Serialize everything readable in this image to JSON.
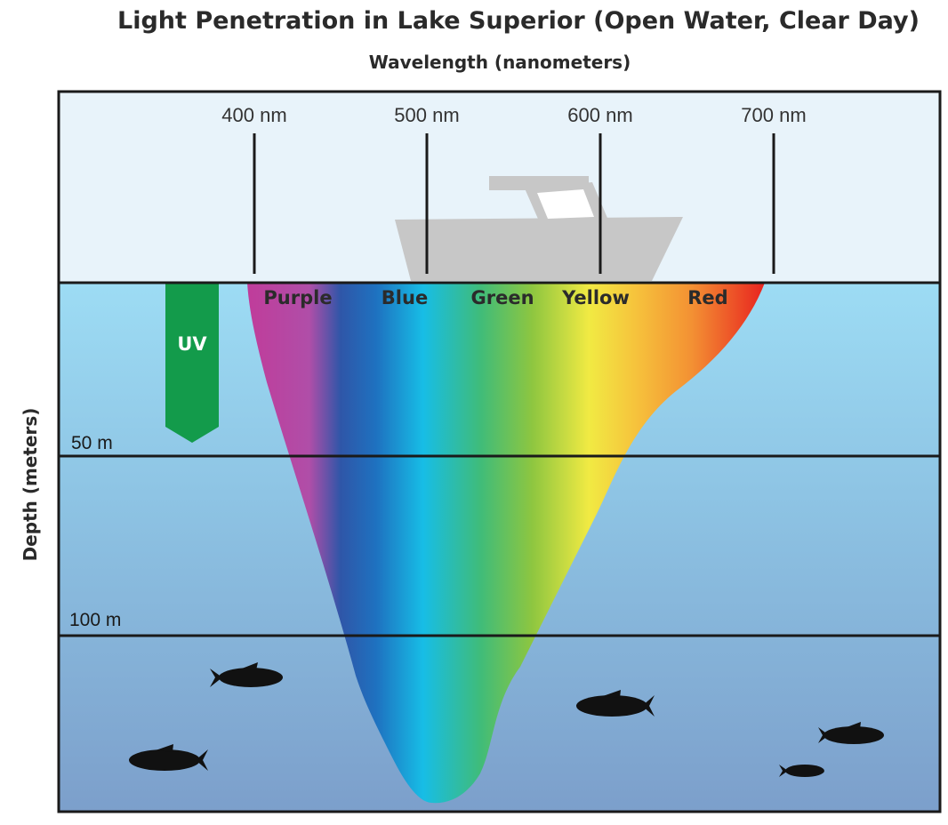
{
  "title": "Light Penetration in Lake Superior (Open Water, Clear Day)",
  "subtitle": "Wavelength (nanometers)",
  "y_axis_label": "Depth (meters)",
  "wavelength_ticks": [
    "400 nm",
    "500 nm",
    "600 nm",
    "700 nm"
  ],
  "depth_markers": [
    "50 m",
    "100 m"
  ],
  "color_bands": [
    "Purple",
    "Blue",
    "Green",
    "Yellow",
    "Red"
  ],
  "uv_label": "UV",
  "colors": {
    "sky": "#e8f3fa",
    "water_top": "#9ed9f1",
    "water_bottom": "#7a9dc9",
    "uv_arrow": "#139b4b",
    "boat": "#c8c8c8",
    "fish": "#111111"
  }
}
